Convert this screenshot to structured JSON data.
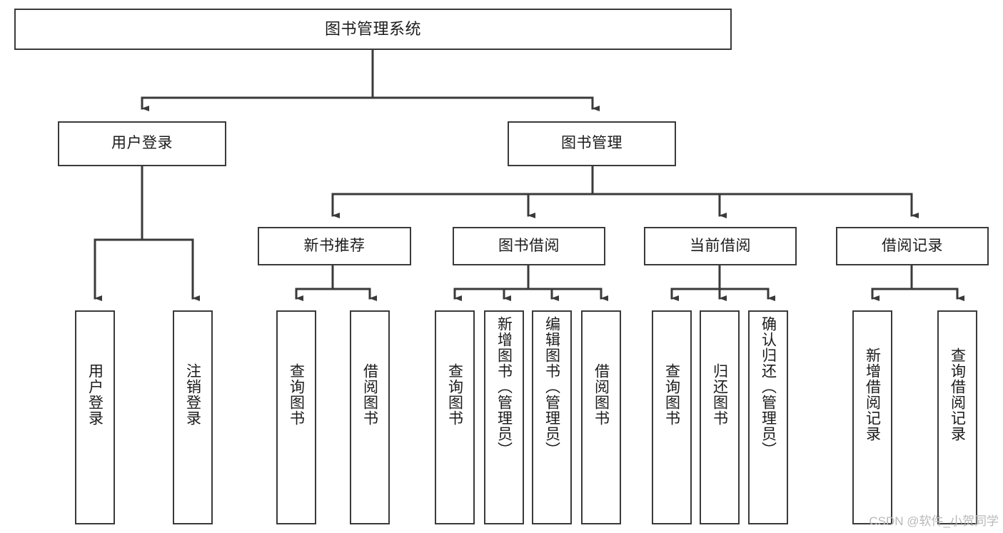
{
  "diagram": {
    "type": "tree-flowchart",
    "title": "图书管理系统",
    "orientation": "top-down",
    "colors": {
      "box_border": "#3a3a3a",
      "box_fill": "#ffffff",
      "connector": "#3a3a3a",
      "text": "#1b1b1b",
      "watermark": "#b9b9b9"
    },
    "root": {
      "id": "root",
      "label": "图书管理系统"
    },
    "level2": [
      {
        "id": "user-login",
        "label": "用户登录"
      },
      {
        "id": "book-management",
        "label": "图书管理"
      }
    ],
    "level3": [
      {
        "id": "new-book-recommend",
        "label": "新书推荐",
        "parent": "book-management"
      },
      {
        "id": "book-borrow",
        "label": "图书借阅",
        "parent": "book-management"
      },
      {
        "id": "current-borrow",
        "label": "当前借阅",
        "parent": "book-management"
      },
      {
        "id": "borrow-record",
        "label": "借阅记录",
        "parent": "book-management"
      }
    ],
    "leaves": [
      {
        "id": "leaf-user-login",
        "label": "用户登录",
        "parent": "user-login"
      },
      {
        "id": "leaf-user-logout",
        "label": "注销登录",
        "parent": "user-login"
      },
      {
        "id": "leaf-query-book-1",
        "label": "查询图书",
        "parent": "new-book-recommend"
      },
      {
        "id": "leaf-borrow-book-1",
        "label": "借阅图书",
        "parent": "new-book-recommend"
      },
      {
        "id": "leaf-query-book-2",
        "label": "查询图书",
        "parent": "book-borrow"
      },
      {
        "id": "leaf-add-book",
        "label": "新增图书（管理员）",
        "parent": "book-borrow"
      },
      {
        "id": "leaf-edit-book",
        "label": "编辑图书（管理员）",
        "parent": "book-borrow"
      },
      {
        "id": "leaf-borrow-book-2",
        "label": "借阅图书",
        "parent": "book-borrow"
      },
      {
        "id": "leaf-query-book-3",
        "label": "查询图书",
        "parent": "current-borrow"
      },
      {
        "id": "leaf-return-book",
        "label": "归还图书",
        "parent": "current-borrow"
      },
      {
        "id": "leaf-confirm-return",
        "label": "确认归还（管理员）",
        "parent": "current-borrow"
      },
      {
        "id": "leaf-add-record",
        "label": "新增借阅记录",
        "parent": "borrow-record"
      },
      {
        "id": "leaf-query-record",
        "label": "查询借阅记录",
        "parent": "borrow-record"
      }
    ]
  },
  "watermark": {
    "text": "CSDN @软件_小贺同学"
  }
}
